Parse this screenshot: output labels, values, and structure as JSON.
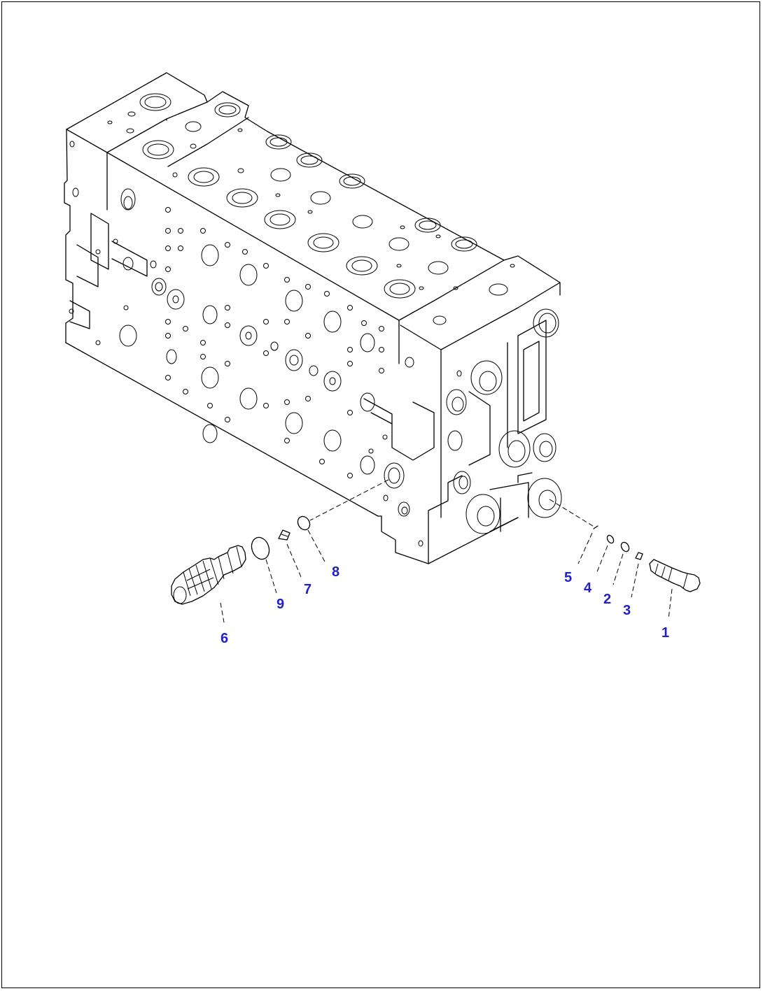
{
  "diagram": {
    "accent_color": "#1f1fcc",
    "line_color": "#000000",
    "callouts": [
      {
        "id": "1",
        "label": "1"
      },
      {
        "id": "2",
        "label": "2"
      },
      {
        "id": "3",
        "label": "3"
      },
      {
        "id": "4",
        "label": "4"
      },
      {
        "id": "5",
        "label": "5"
      },
      {
        "id": "6",
        "label": "6"
      },
      {
        "id": "7",
        "label": "7"
      },
      {
        "id": "8",
        "label": "8"
      },
      {
        "id": "9",
        "label": "9"
      }
    ]
  }
}
